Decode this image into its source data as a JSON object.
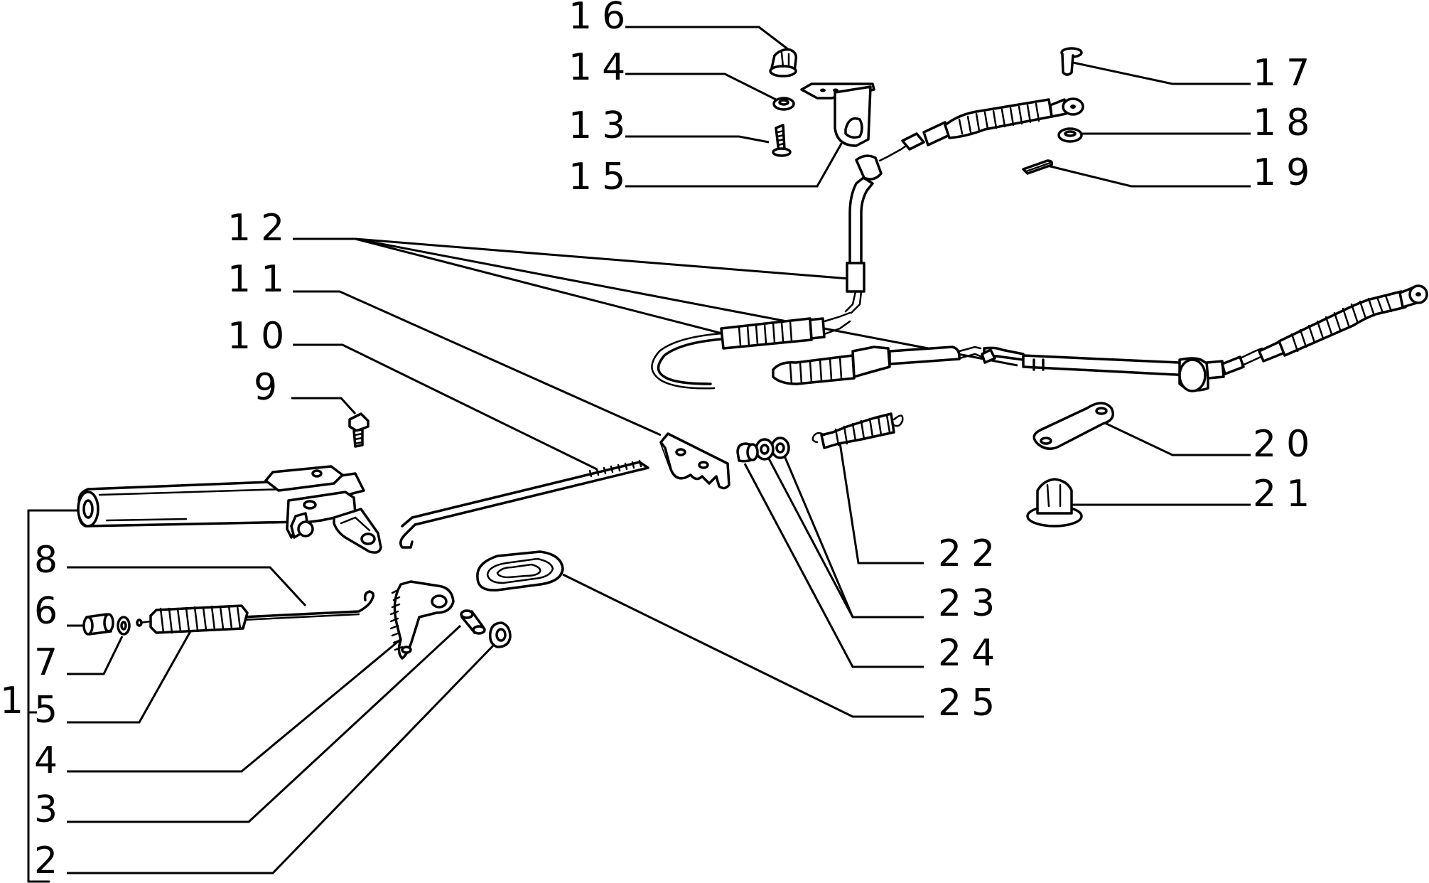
{
  "diagram": {
    "labels": {
      "l1": "1",
      "l2": "2",
      "l3": "3",
      "l4": "4",
      "l5": "5",
      "l6": "6",
      "l7": "7",
      "l8": "8",
      "l9": "9",
      "l10": "10",
      "l11": "11",
      "l12": "12",
      "l13": "13",
      "l14": "14",
      "l15": "15",
      "l16": "16",
      "l17": "17",
      "l18": "18",
      "l19": "19",
      "l20": "20",
      "l21": "21",
      "l22": "22",
      "l23": "23",
      "l24": "24",
      "l25": "25"
    },
    "colors": {
      "ink": "#000000",
      "paper": "#ffffff"
    }
  }
}
